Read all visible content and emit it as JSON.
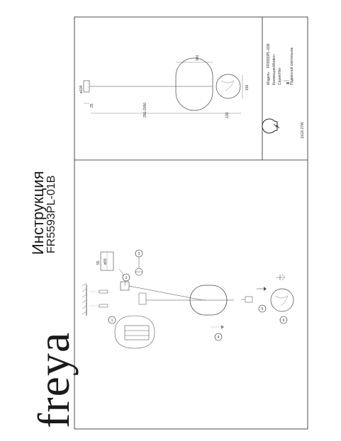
{
  "brand": "freya",
  "document": {
    "title": "Инструкция",
    "model": "FR5593PL-01B"
  },
  "dimensions": {
    "canopy_diameter": "ø100",
    "canopy_height": "25",
    "suspension_length": "250-2050",
    "ring_width": "340",
    "ring_height": "130",
    "shade_height": "150",
    "mount_height": "55",
    "mount_diameter": "ø55"
  },
  "specs": {
    "model_label": "Модель:",
    "model_value": "FR5593PL-01B",
    "collection_label": "Коллекция:",
    "collection_value": "Modern",
    "series_label": "Серия:",
    "series_value": "Нет",
    "type_value": "Подвесной светильник"
  },
  "bulb": {
    "spec": "1xG9 27W"
  },
  "steps": {
    "s1": "1",
    "s2": "2",
    "s3": "3",
    "s4": "4",
    "s5": "5",
    "s6": "6"
  }
}
